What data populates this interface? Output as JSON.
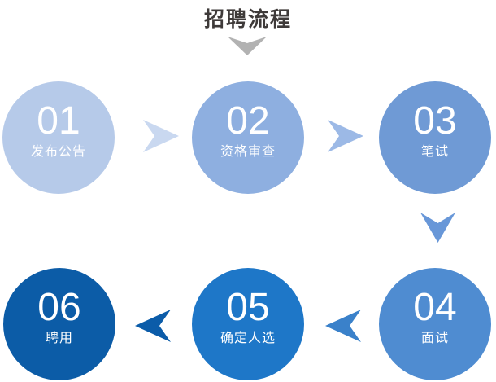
{
  "title": {
    "text": "招聘流程",
    "color": "#3e3a39",
    "chevron_color": "#b2b2b2"
  },
  "steps": [
    {
      "number": "01",
      "label": "发布公告",
      "color": "#b6cae9"
    },
    {
      "number": "02",
      "label": "资格审查",
      "color": "#8eafe0"
    },
    {
      "number": "03",
      "label": "笔试",
      "color": "#6f9ad5"
    },
    {
      "number": "04",
      "label": "面试",
      "color": "#4f8cd1"
    },
    {
      "number": "05",
      "label": "确定人选",
      "color": "#1e77c8"
    },
    {
      "number": "06",
      "label": "聘用",
      "color": "#0c5ca7"
    }
  ],
  "arrows": [
    {
      "from": "01",
      "to": "02",
      "direction": "right",
      "color": "#c9d8f0"
    },
    {
      "from": "02",
      "to": "03",
      "direction": "right",
      "color": "#9cb9e6"
    },
    {
      "from": "03",
      "to": "04",
      "direction": "down",
      "color": "#6897d8"
    },
    {
      "from": "04",
      "to": "05",
      "direction": "left",
      "color": "#3a81ca"
    },
    {
      "from": "05",
      "to": "06",
      "direction": "left",
      "color": "#0b5ca9"
    }
  ],
  "text_color": "#ffffff",
  "background": "#ffffff"
}
